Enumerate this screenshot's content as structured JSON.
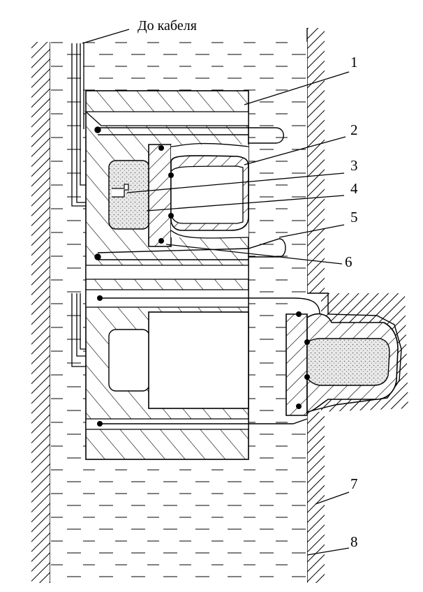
{
  "diagram": {
    "cable_label": "До кабеля",
    "callouts": [
      {
        "id": "1",
        "text": "1"
      },
      {
        "id": "2",
        "text": "2"
      },
      {
        "id": "3",
        "text": "3"
      },
      {
        "id": "4",
        "text": "4"
      },
      {
        "id": "5",
        "text": "5"
      },
      {
        "id": "6",
        "text": "6"
      },
      {
        "id": "7",
        "text": "7"
      },
      {
        "id": "8",
        "text": "8"
      }
    ],
    "colors": {
      "line": "#000000",
      "background": "#ffffff",
      "hatch": "#000000",
      "charge_fill": "#e6e6e6"
    }
  }
}
